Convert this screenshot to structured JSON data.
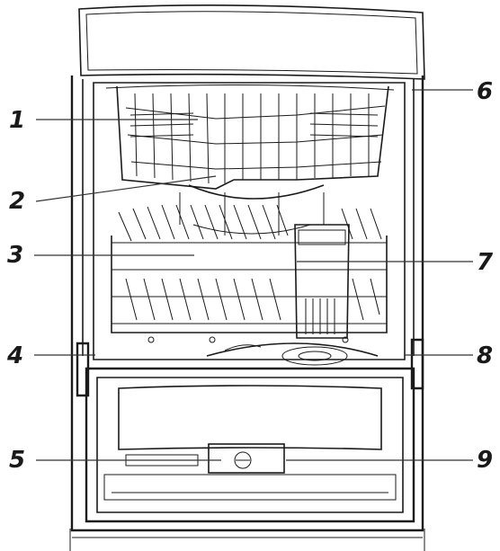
{
  "callouts": [
    {
      "id": "1",
      "label": "1"
    },
    {
      "id": "2",
      "label": "2"
    },
    {
      "id": "3",
      "label": "3"
    },
    {
      "id": "4",
      "label": "4"
    },
    {
      "id": "5",
      "label": "5"
    },
    {
      "id": "6",
      "label": "6"
    },
    {
      "id": "7",
      "label": "7"
    },
    {
      "id": "8",
      "label": "8"
    },
    {
      "id": "9",
      "label": "9"
    }
  ],
  "colors": {
    "line": "#1a1a1a",
    "background": "#ffffff"
  }
}
